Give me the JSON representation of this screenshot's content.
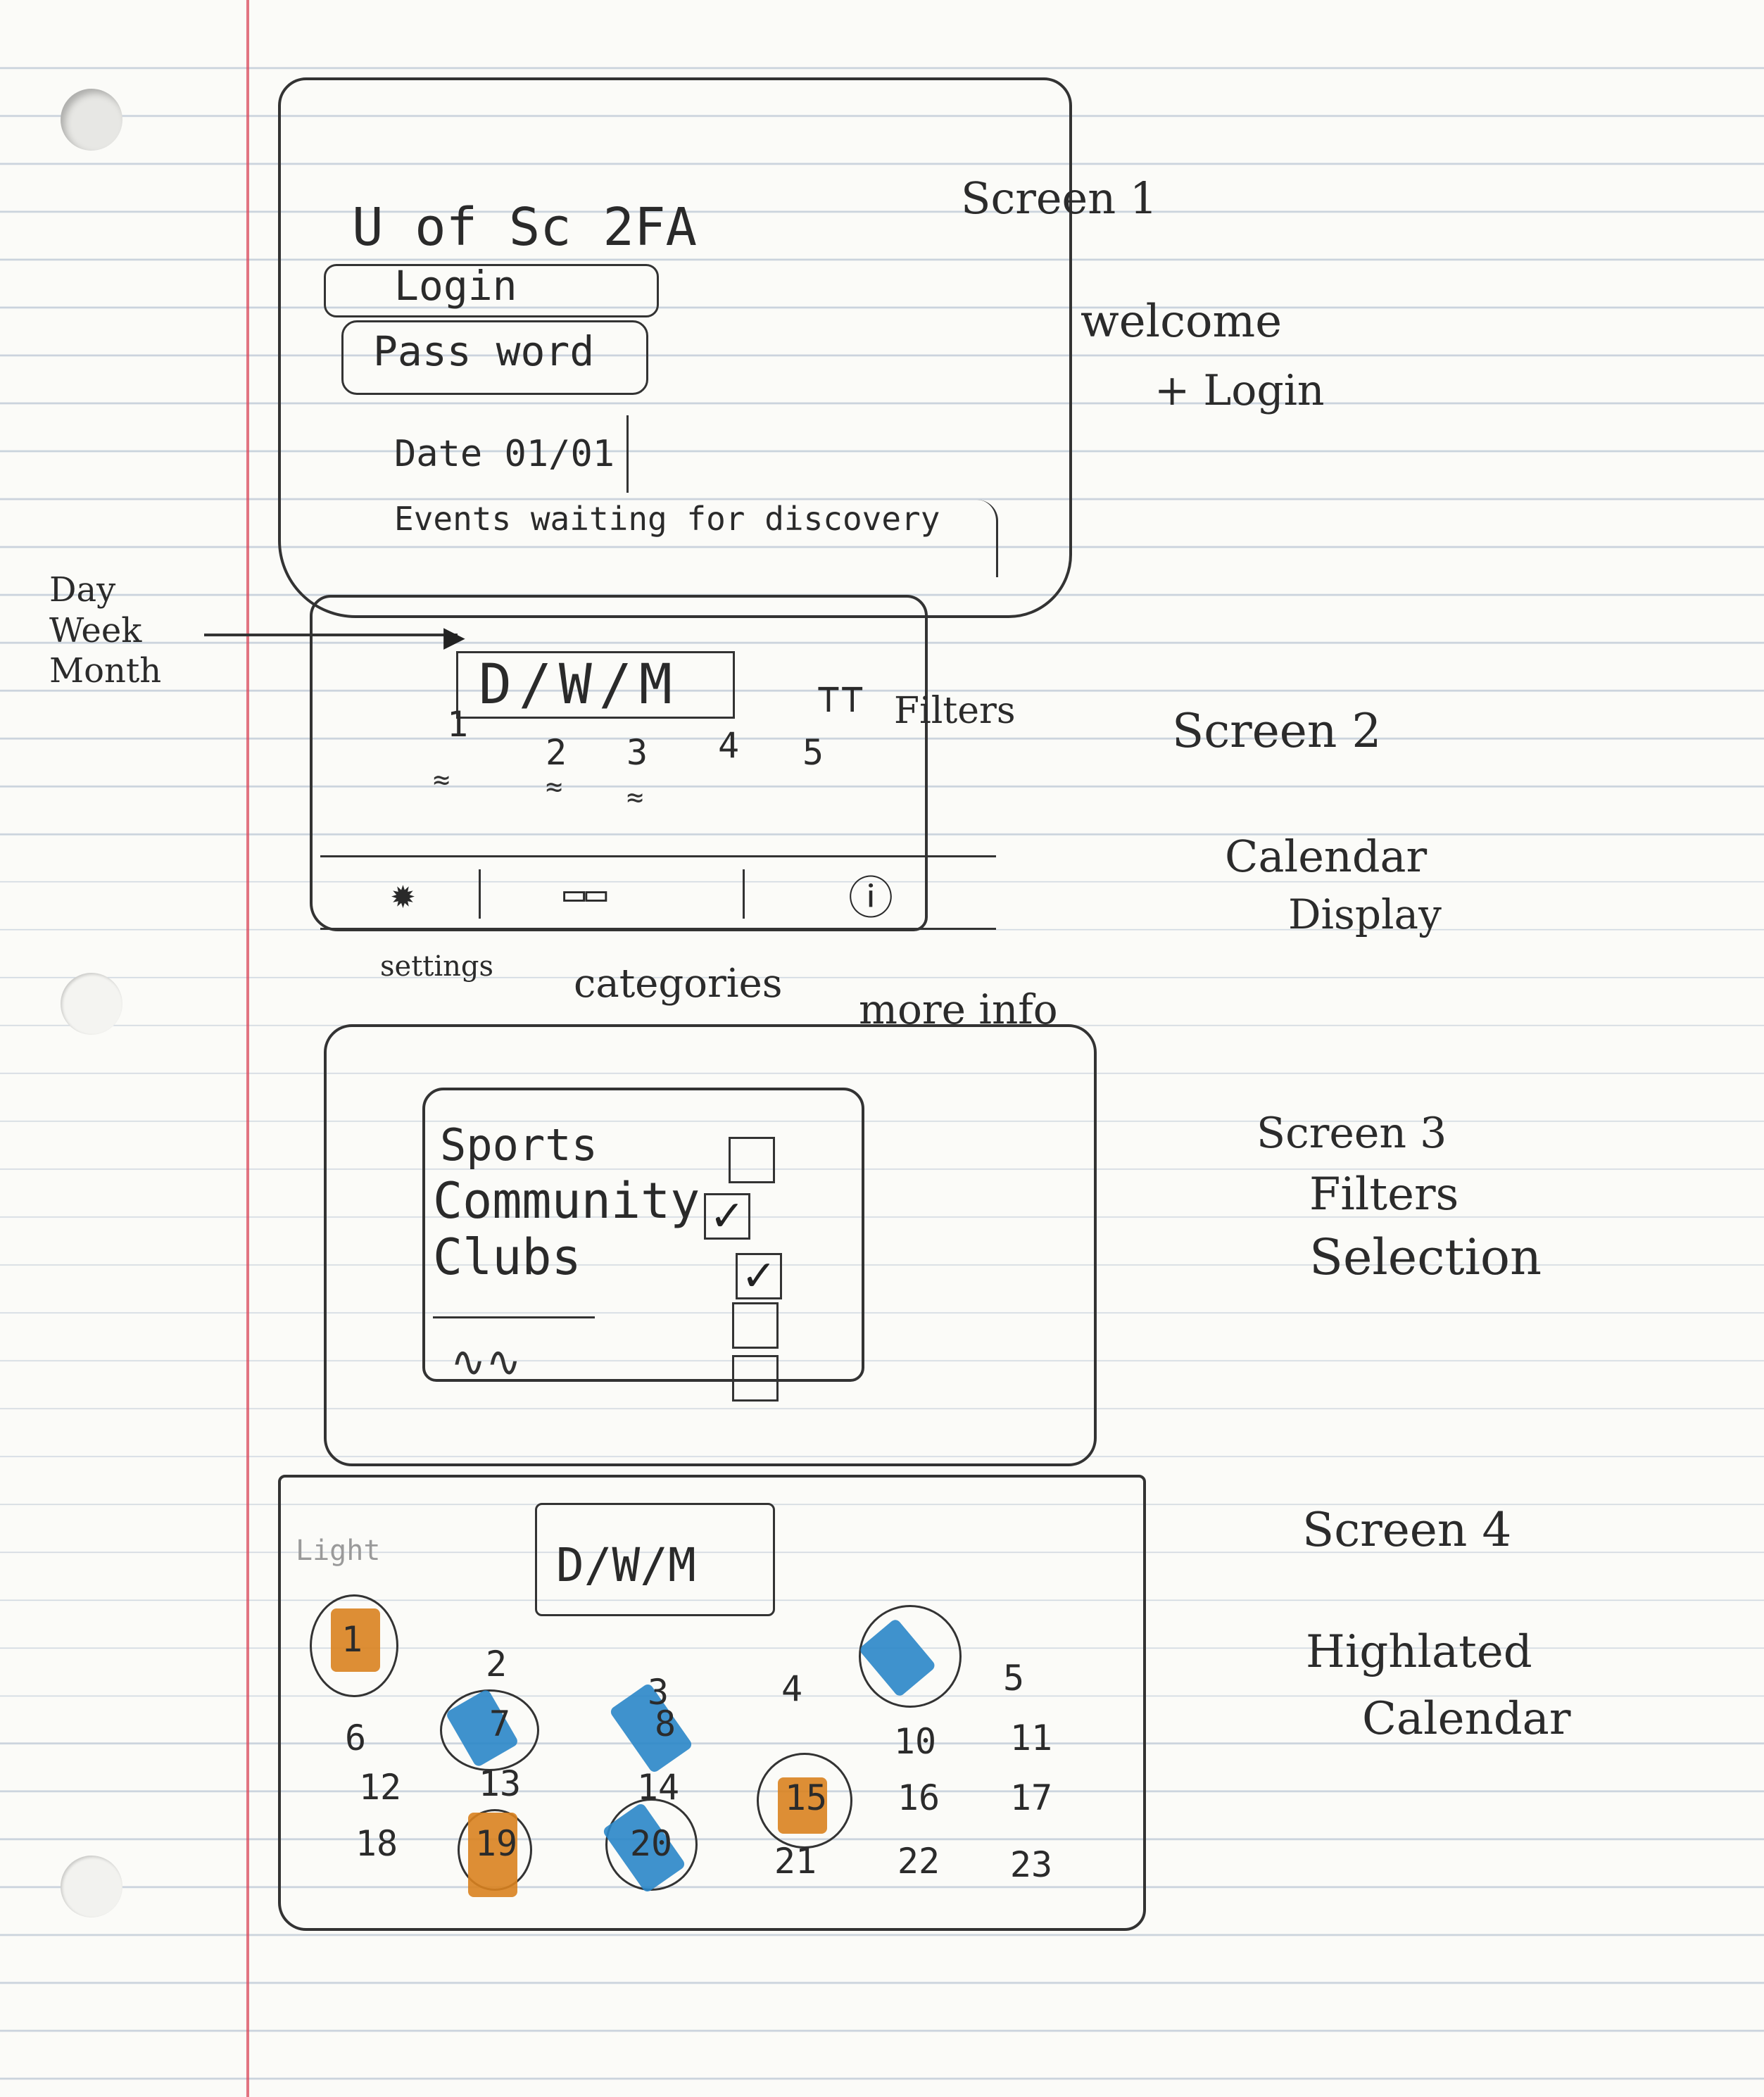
{
  "screen1": {
    "title": "U of Sc  2FA",
    "login_label": "Login",
    "password_label": "Pass word",
    "date_label": "Date 01/01",
    "events_label": "Events waiting for discovery"
  },
  "screen2": {
    "toggle_label": "D/W/M",
    "filters_label": "Filters",
    "day_numbers": [
      "1",
      "2",
      "3",
      "4",
      "5"
    ],
    "bottom_labels": {
      "settings": "settings",
      "categories": "categories",
      "more_info": "more info"
    },
    "side_note": "Day Week Month"
  },
  "screen3": {
    "items": [
      "Sports",
      "Community",
      "Clubs"
    ]
  },
  "screen4": {
    "corner_label": "Light",
    "toggle_label": "D/W/M",
    "row0": [
      "1",
      "2",
      "3",
      "4",
      "5"
    ],
    "row1": [
      "6",
      "7",
      "8",
      "10",
      "11"
    ],
    "row2": [
      "12",
      "13",
      "14",
      "15",
      "16",
      "17"
    ],
    "row3": [
      "18",
      "19",
      "20",
      "21",
      "22",
      "23"
    ]
  },
  "notes": {
    "s1_title": "Screen 1",
    "s1_a": "welcome",
    "s1_b": "+ Login",
    "s2_title": "Screen 2",
    "s2_a": "Calendar",
    "s2_b": "Display",
    "s3_title": "Screen 3",
    "s3_a": "Filters",
    "s3_b": "Selection",
    "s4_title": "Screen 4",
    "s4_a": "Highlated",
    "s4_b": "Calendar"
  },
  "colors": {
    "orange": "#d9821f",
    "blue": "#2a86c8",
    "margin_line": "#d9475a"
  }
}
